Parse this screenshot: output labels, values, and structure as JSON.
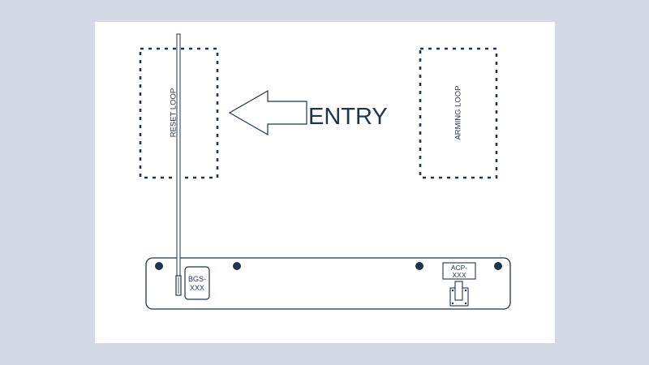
{
  "diagram": {
    "colors": {
      "background": "#d3dae6",
      "sheet": "#ffffff",
      "line": "#1f3450"
    },
    "labels": {
      "reset_loop": "RESET LOOP",
      "arming_loop": "ARMING LOOP",
      "entry": "ENTRY",
      "bgs_line1": "BGS-",
      "bgs_line2": "XXX",
      "acp_line1": "ACP-",
      "acp_line2": "XXX"
    }
  }
}
